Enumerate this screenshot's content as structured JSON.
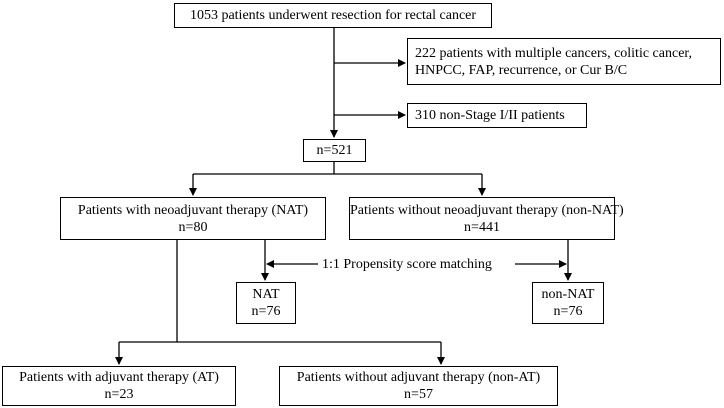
{
  "flowchart": {
    "start": {
      "text": "1053 patients underwent resection for rectal cancer"
    },
    "exclusions": [
      {
        "line1": "222 patients with multiple cancers, colitic cancer,",
        "line2": "HNPCC, FAP, recurrence, or Cur B/C"
      },
      {
        "line1": "310 non-Stage I/II patients"
      }
    ],
    "eligible": {
      "text": "n=521"
    },
    "nat_group": {
      "label": "Patients with neoadjuvant therapy (NAT)",
      "count": "n=80"
    },
    "non_nat_group": {
      "label": "Patients without neoadjuvant therapy (non-NAT)",
      "count": "n=441"
    },
    "matching": {
      "label": "1:1 Propensity score matching"
    },
    "nat_matched": {
      "label": "NAT",
      "count": "n=76"
    },
    "non_nat_matched": {
      "label": "non-NAT",
      "count": "n=76"
    },
    "at_group": {
      "label": "Patients with adjuvant therapy (AT)",
      "count": "n=23"
    },
    "non_at_group": {
      "label": "Patients without adjuvant therapy (non-AT)",
      "count": "n=57"
    }
  }
}
